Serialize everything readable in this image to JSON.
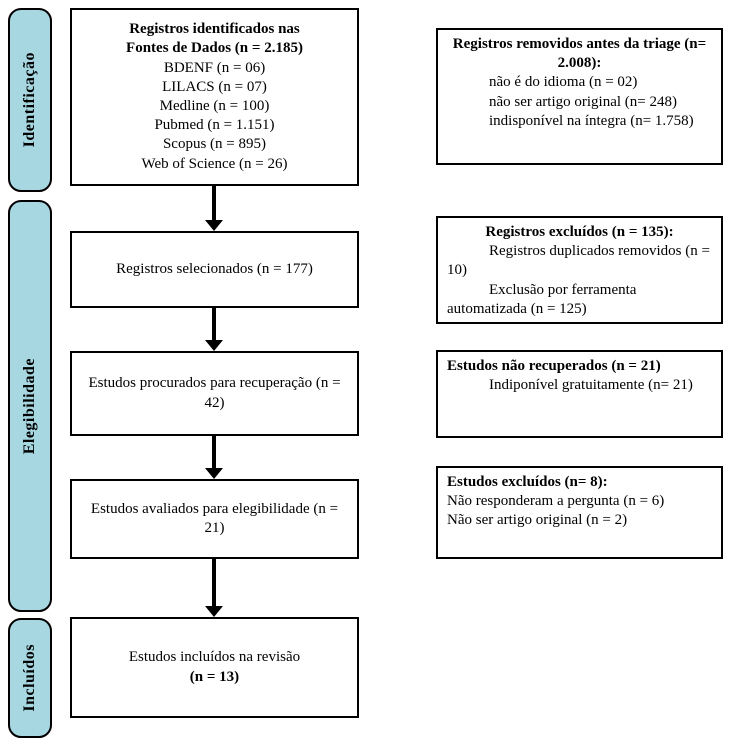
{
  "stages": [
    {
      "label": "Identificação"
    },
    {
      "label": "Elegibilidade"
    },
    {
      "label": "Incluídos"
    }
  ],
  "main": [
    {
      "title_lines": [
        "Registros identificados nas",
        "Fontes de Dados (n = 2.185)"
      ],
      "sources": [
        "BDENF (n = 06)",
        "LILACS (n = 07)",
        "Medline (n = 100)",
        "Pubmed (n = 1.151)",
        "Scopus (n = 895)",
        "Web of Science (n = 26)"
      ]
    },
    {
      "text": "Registros selecionados (n = 177)"
    },
    {
      "text": "Estudos procurados para recuperação (n = 42)"
    },
    {
      "text": "Estudos avaliados para elegibilidade (n = 21)"
    },
    {
      "text": "Estudos incluídos na revisão",
      "count": "(n = 13)"
    }
  ],
  "side": [
    {
      "title": "Registros removidos antes da triage (n= 2.008):",
      "lines": [
        "não é do idioma (n = 02)",
        "não ser artigo original (n= 248)",
        "indisponível na íntegra (n= 1.758)"
      ]
    },
    {
      "title": "Registros excluídos (n = 135):",
      "lines": [
        "Registros duplicados removidos (n = 10)",
        "Exclusão por ferramenta automatizada (n = 125)"
      ]
    },
    {
      "title": "Estudos não recuperados (n = 21)",
      "lines": [
        "Indiponível gratuitamente (n= 21)"
      ]
    },
    {
      "title": "Estudos excluídos (n= 8):",
      "lines": [
        "Não responderam a pergunta (n = 6)",
        "Não ser artigo original (n = 2)"
      ]
    }
  ]
}
